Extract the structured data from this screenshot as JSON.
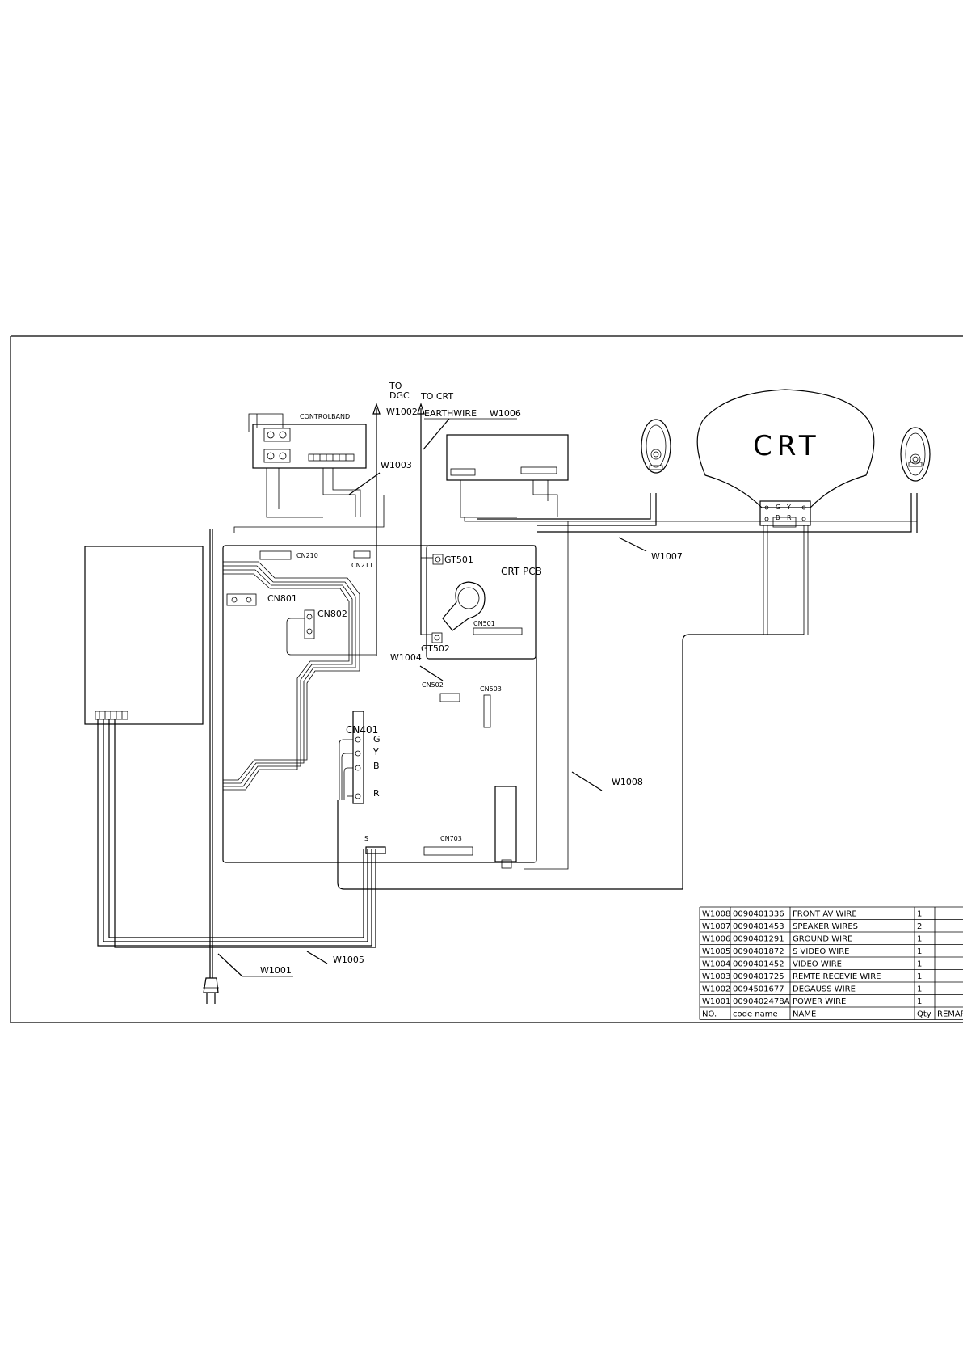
{
  "diagram": {
    "labels": {
      "controlband": "CONTROLBAND",
      "to_dgc": "TO\nDGC",
      "to_crt": "TO CRT",
      "earthwire": "EARTHWIRE",
      "crt_pcb": "CRT PCB",
      "crt": "CRT",
      "gt501": "GT501",
      "gt502": "GT502",
      "cn210": "CN210",
      "cn211": "CN211",
      "cn801": "CN801",
      "cn802": "CN802",
      "cn501": "CN501",
      "cn502": "CN502",
      "cn503": "CN503",
      "cn401": "CN401",
      "cn703": "CN703",
      "s": "S",
      "g": "G",
      "y": "Y",
      "b": "B",
      "r": "R",
      "crt_g": "G",
      "crt_y": "Y",
      "crt_b": "B",
      "crt_r": "R",
      "w1001": "W1001",
      "w1002": "W1002",
      "w1003": "W1003",
      "w1004": "W1004",
      "w1005": "W1005",
      "w1006": "W1006",
      "w1007": "W1007",
      "w1008": "W1008"
    }
  },
  "parts_table": {
    "rows": [
      {
        "no": "W1008",
        "code": "0090401336",
        "name": "FRONT AV WIRE",
        "qty": "1",
        "remark": ""
      },
      {
        "no": "W1007",
        "code": "0090401453",
        "name": "SPEAKER WIRES",
        "qty": "2",
        "remark": ""
      },
      {
        "no": "W1006",
        "code": "0090401291",
        "name": "GROUND WIRE",
        "qty": "1",
        "remark": ""
      },
      {
        "no": "W1005",
        "code": "0090401872",
        "name": "S VIDEO WIRE",
        "qty": "1",
        "remark": ""
      },
      {
        "no": "W1004",
        "code": "0090401452",
        "name": "VIDEO WIRE",
        "qty": "1",
        "remark": ""
      },
      {
        "no": "W1003",
        "code": "0090401725",
        "name": "REMTE RECEVIE WIRE",
        "qty": "1",
        "remark": ""
      },
      {
        "no": "W1002",
        "code": "0094501677",
        "name": "DEGAUSS WIRE",
        "qty": "1",
        "remark": ""
      },
      {
        "no": "W1001",
        "code": "0090402478A",
        "name": "POWER WIRE",
        "qty": "1",
        "remark": ""
      }
    ],
    "header": {
      "no": "NO.",
      "code": "code name",
      "name": "NAME",
      "qty": "Qty",
      "remark": "REMAR"
    }
  }
}
